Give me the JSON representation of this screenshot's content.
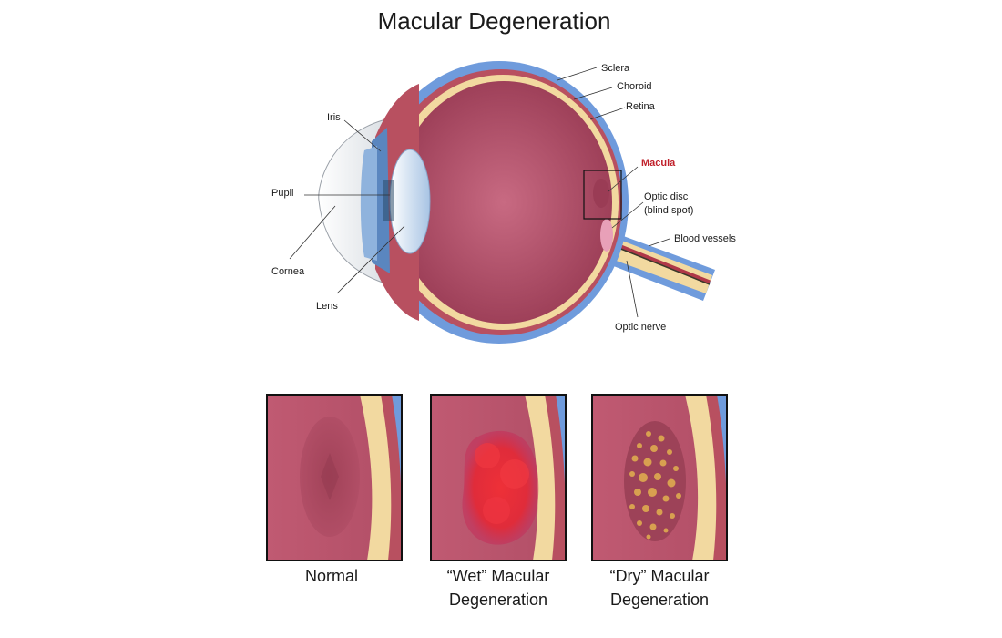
{
  "title": "Macular Degeneration",
  "eye_labels": {
    "sclera": "Sclera",
    "choroid": "Choroid",
    "retina": "Retina",
    "iris": "Iris",
    "macula": "Macula",
    "optic_disc_line1": "Optic disc",
    "optic_disc_line2": "(blind spot)",
    "pupil": "Pupil",
    "blood_vessels": "Blood vessels",
    "cornea": "Cornea",
    "lens": "Lens",
    "optic_nerve": "Optic nerve"
  },
  "panels": [
    {
      "caption_line1": "Normal",
      "caption_line2": ""
    },
    {
      "caption_line1": "“Wet” Macular",
      "caption_line2": "Degeneration"
    },
    {
      "caption_line1": "“Dry” Macular",
      "caption_line2": "Degeneration"
    }
  ],
  "colors": {
    "sclera": "#6f9bdc",
    "choroid": "#b85060",
    "retina": "#f2d9a0",
    "vitreous": "#a84a62",
    "macula_red": "#c0202a",
    "wet_blood": "#e0303a",
    "dry_deposit": "#d8a050"
  }
}
